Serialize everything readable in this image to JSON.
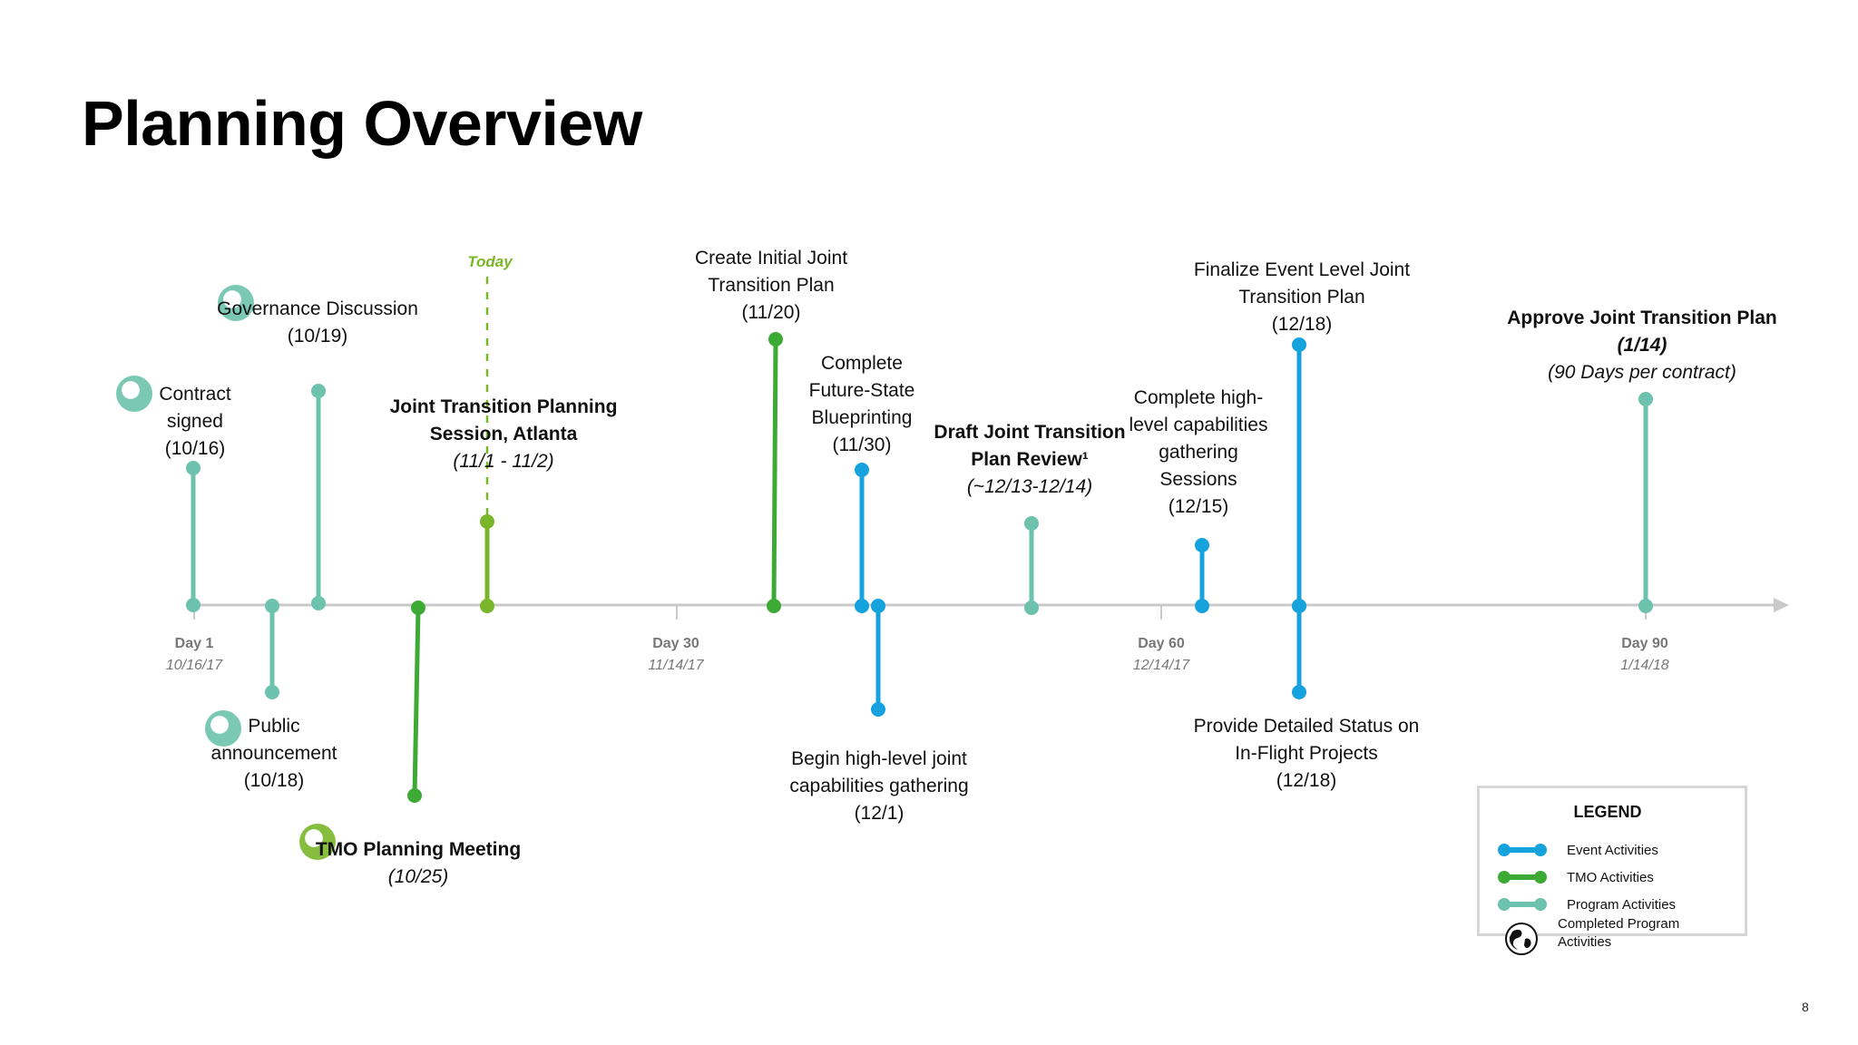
{
  "title": "Planning Overview",
  "today_label": "Today",
  "page_number": "8",
  "colors": {
    "event": "#16a2dc",
    "tmo": "#3daa35",
    "program": "#6cc2ac",
    "today": "#7ab629",
    "axis": "#c9c9c9"
  },
  "axis_ticks": [
    {
      "day": "Day 1",
      "date": "10/16/17"
    },
    {
      "day": "Day 30",
      "date": "11/14/17"
    },
    {
      "day": "Day 60",
      "date": "12/14/17"
    },
    {
      "day": "Day 90",
      "date": "1/14/18"
    }
  ],
  "milestones": [
    {
      "name": "Contract signed",
      "date": "(10/16)",
      "category": "program",
      "completed": true
    },
    {
      "name": "Governance Discussion",
      "date": "(10/19)",
      "category": "program",
      "completed": true
    },
    {
      "name": "Public announcement",
      "date": "(10/18)",
      "category": "program",
      "completed": true
    },
    {
      "name": "TMO Planning Meeting",
      "date": "(10/25)",
      "category": "tmo",
      "completed": true
    },
    {
      "name": "Joint Transition Planning Session, Atlanta",
      "date": "(11/1 - 11/2)",
      "category": "today"
    },
    {
      "name": "Create Initial Joint Transition Plan",
      "date": "(11/20)",
      "category": "tmo"
    },
    {
      "name": "Complete Future-State Blueprinting",
      "date": "(11/30)",
      "category": "event"
    },
    {
      "name": "Begin high-level joint capabilities gathering",
      "date": "(12/1)",
      "category": "event"
    },
    {
      "name": "Draft Joint Transition Plan Review¹",
      "date": "(~12/13-12/14)",
      "category": "program"
    },
    {
      "name": "Complete high-level capabilities gathering Sessions",
      "date": "(12/15)",
      "category": "event"
    },
    {
      "name": "Finalize Event Level Joint Transition Plan",
      "date": "(12/18)",
      "category": "event"
    },
    {
      "name": "Provide Detailed Status on In-Flight Projects",
      "date": "(12/18)",
      "category": "event"
    },
    {
      "name": "Approve Joint Transition Plan",
      "date": "(1/14)",
      "note": "(90 Days per contract)",
      "category": "program"
    }
  ],
  "labels": {
    "contract": [
      "Contract",
      "signed",
      "(10/16)"
    ],
    "governance": [
      "Governance Discussion",
      "(10/19)"
    ],
    "public": [
      "Public",
      "announcement",
      "(10/18)"
    ],
    "tmo": [
      "TMO Planning Meeting",
      "(10/25)"
    ],
    "jtps": [
      "Joint Transition Planning",
      "Session, Atlanta",
      "(11/1 - 11/2)"
    ],
    "create": [
      "Create Initial Joint",
      "Transition Plan",
      "(11/20)"
    ],
    "blueprint": [
      "Complete",
      "Future-State",
      "Blueprinting",
      "(11/30)"
    ],
    "begin": [
      "Begin high-level joint",
      "capabilities gathering",
      "(12/1)"
    ],
    "draft": [
      "Draft Joint Transition",
      "Plan Review¹",
      "(~12/13-12/14)"
    ],
    "gathering": [
      "Complete high-",
      "level capabilities",
      "gathering",
      "Sessions",
      "(12/15)"
    ],
    "finalize": [
      "Finalize Event Level Joint",
      "Transition Plan",
      "(12/18)"
    ],
    "status": [
      "Provide Detailed Status on",
      "In-Flight Projects",
      "(12/18)"
    ],
    "approve": [
      "Approve Joint Transition Plan",
      "(1/14)",
      "(90 Days per contract)"
    ]
  },
  "legend": {
    "title": "LEGEND",
    "items": [
      {
        "label": "Event Activities",
        "color": "#16a2dc"
      },
      {
        "label": "TMO Activities",
        "color": "#3daa35"
      },
      {
        "label": "Program Activities",
        "color": "#6cc2ac"
      }
    ],
    "completed_label": [
      "Completed Program",
      "Activities"
    ],
    "completed_icon": "globe-icon"
  }
}
